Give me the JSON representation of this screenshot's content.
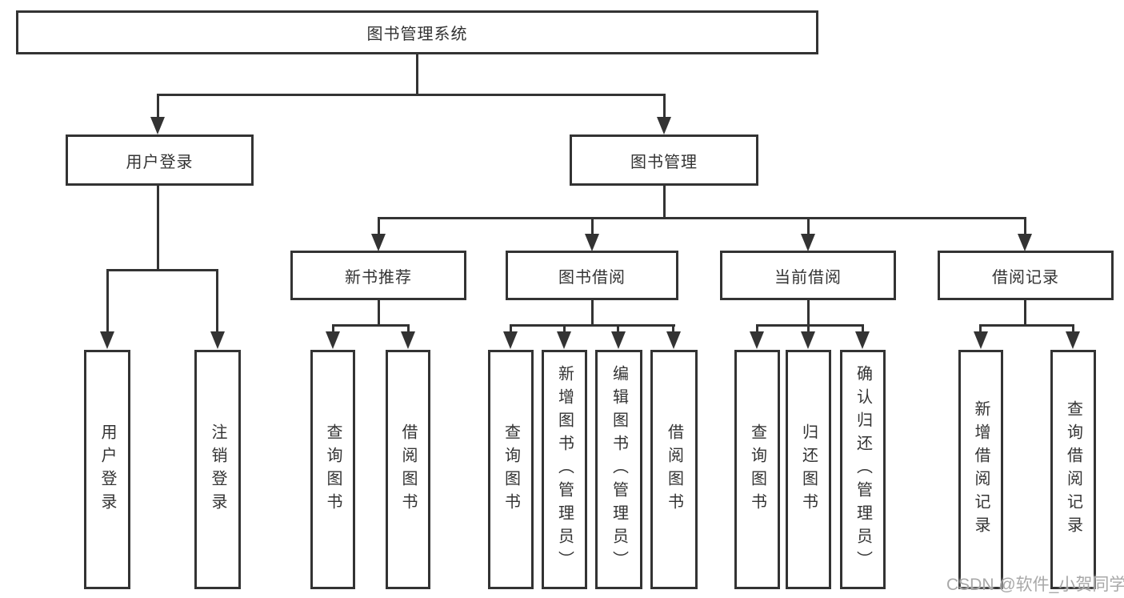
{
  "diagram": {
    "root": "图书管理系统",
    "level2": {
      "login": "用户登录",
      "manage": "图书管理"
    },
    "level3": [
      "新书推荐",
      "图书借阅",
      "当前借阅",
      "借阅记录"
    ],
    "leaves": {
      "login": [
        "用户登录",
        "注销登录"
      ],
      "recommend": [
        "查询图书",
        "借阅图书"
      ],
      "borrow": [
        "查询图书",
        "新增图书（管理员）",
        "编辑图书（管理员）",
        "借阅图书"
      ],
      "current": [
        "查询图书",
        "归还图书",
        "确认归还（管理员）"
      ],
      "record": [
        "新增借阅记录",
        "查询借阅记录"
      ]
    }
  },
  "watermark": "CSDN @软件_小贺同学",
  "colors": {
    "line": "#333333",
    "box_border": "#333333",
    "text": "#333333",
    "watermark": "#a8a8a8",
    "background": "#ffffff"
  }
}
